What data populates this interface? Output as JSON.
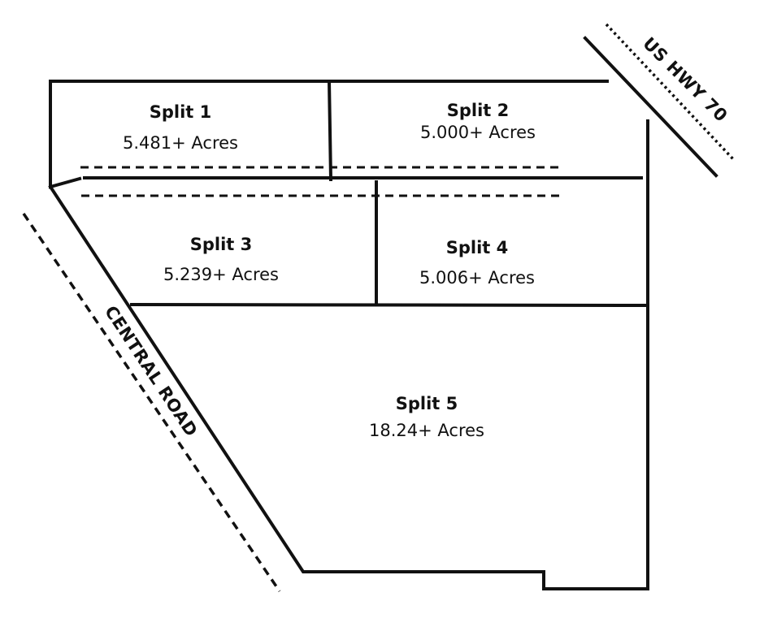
{
  "colors": {
    "line": "#111111",
    "background": "#ffffff"
  },
  "parcels": [
    {
      "id": "split-1",
      "title": "Split 1",
      "acreage": "5.481+ Acres"
    },
    {
      "id": "split-2",
      "title": "Split 2",
      "acreage": "5.000+ Acres"
    },
    {
      "id": "split-3",
      "title": "Split 3",
      "acreage": "5.239+ Acres"
    },
    {
      "id": "split-4",
      "title": "Split 4",
      "acreage": "5.006+ Acres"
    },
    {
      "id": "split-5",
      "title": "Split 5",
      "acreage": "18.24+ Acres"
    }
  ],
  "roads": {
    "highway": "US HWY 70",
    "central": "CENTRAL ROAD"
  }
}
